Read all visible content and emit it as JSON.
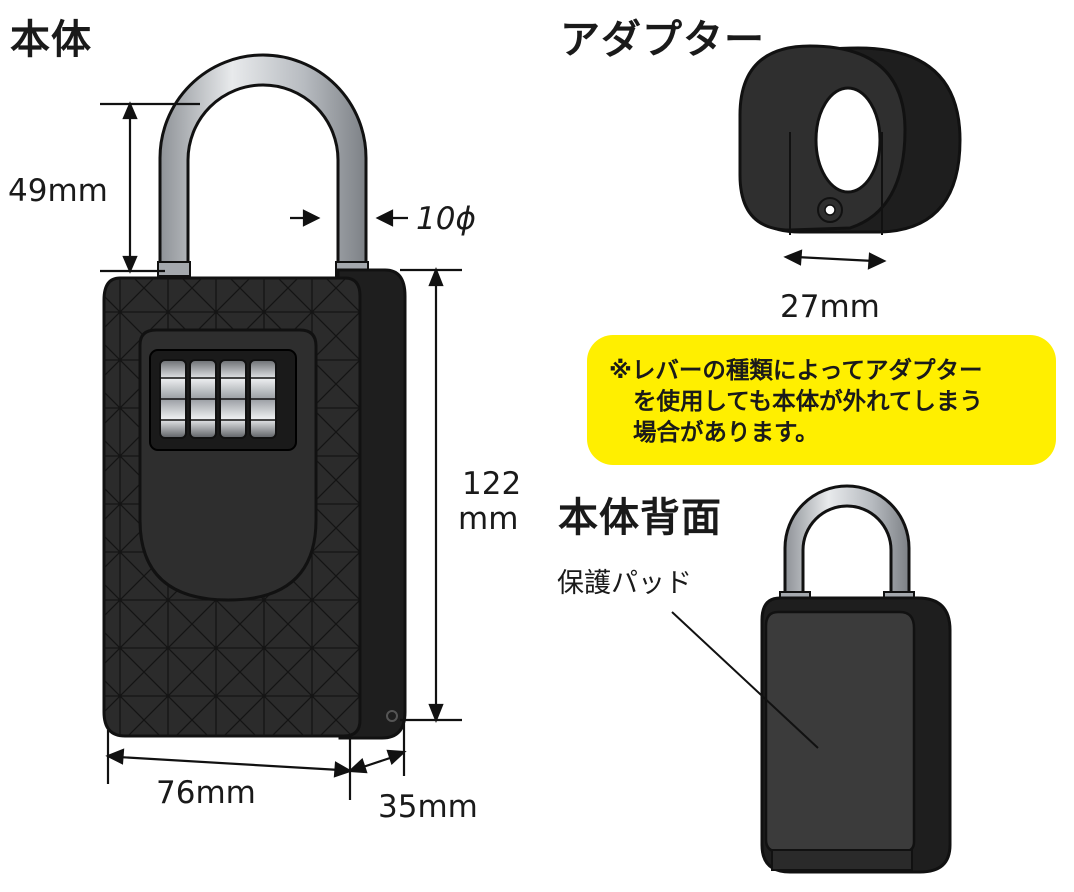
{
  "headings": {
    "body": "本体",
    "adapter": "アダプター",
    "back": "本体背面"
  },
  "dimensions": {
    "shackle_height": "49mm",
    "shackle_diameter": "10ϕ",
    "height_value": "122",
    "height_unit": "mm",
    "width": "76mm",
    "depth": "35mm",
    "adapter_width": "27mm"
  },
  "note": {
    "line1": "※レバーの種類によってアダプター",
    "line2": "を使用しても本体が外れてしまう",
    "line3": "場合があります。"
  },
  "labels": {
    "protective_pad": "保護パッド"
  },
  "colors": {
    "note_background": "#ffef00",
    "body_dark": "#2b2b2b",
    "shackle_metal": "#c9ccd0"
  }
}
